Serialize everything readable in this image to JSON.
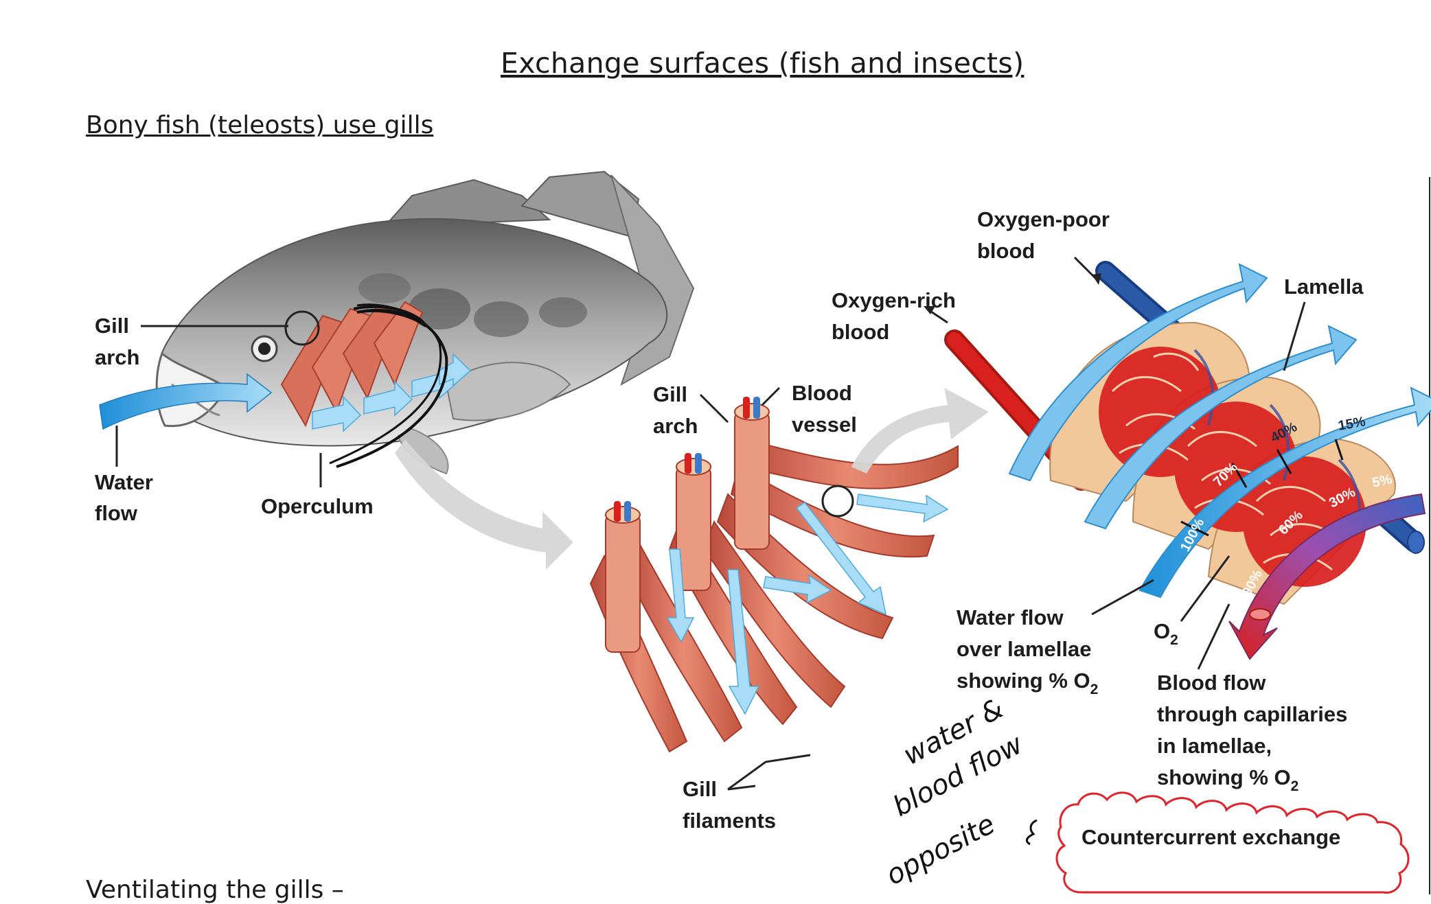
{
  "page": {
    "title": "Exchange surfaces (fish and insects)",
    "subtitle": "Bony fish (teleosts) use gills",
    "footer": "Ventilating the gills –"
  },
  "figure": {
    "labels": {
      "gill_arch_1": "Gill",
      "gill_arch_2": "arch",
      "water_flow_1": "Water",
      "water_flow_2": "flow",
      "operculum": "Operculum",
      "gill_arch_b1": "Gill",
      "gill_arch_b2": "arch",
      "blood_vessel_1": "Blood",
      "blood_vessel_2": "vessel",
      "gill_filaments_1": "Gill",
      "gill_filaments_2": "filaments",
      "oxygen_poor_1": "Oxygen-poor",
      "oxygen_poor_2": "blood",
      "oxygen_rich_1": "Oxygen-rich",
      "oxygen_rich_2": "blood",
      "lamella": "Lamella",
      "water_over_1": "Water flow",
      "water_over_2": "over lamellae",
      "water_over_3": "showing % O",
      "water_over_sub": "2",
      "o2": "O",
      "o2_sub": "2",
      "blood_cap_1": "Blood flow",
      "blood_cap_2": "through capillaries",
      "blood_cap_3": "in lamellae,",
      "blood_cap_4": "showing % O",
      "blood_cap_sub": "2",
      "countercurrent": "Countercurrent exchange"
    },
    "water_percentages": [
      "100%",
      "70%",
      "40%",
      "15%"
    ],
    "blood_percentages": [
      "90%",
      "60%",
      "30%",
      "5%"
    ],
    "handwritten_note": [
      "water &",
      "blood flow",
      "opposite"
    ],
    "colors": {
      "water": "#3aa0e0",
      "water_light": "#a9dcf7",
      "blood_red": "#d8201f",
      "blood_blue": "#2a5aa8",
      "lamella_tan": "#f2c79a",
      "filament": "#d9705a"
    }
  }
}
